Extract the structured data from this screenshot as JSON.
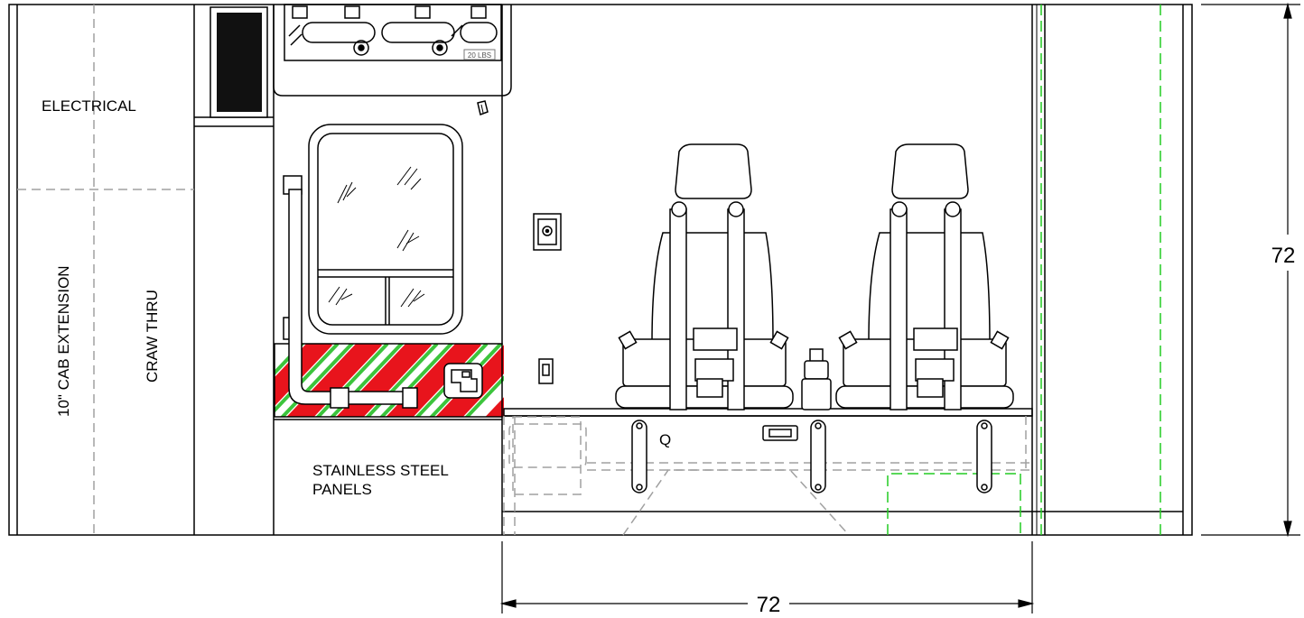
{
  "labels": {
    "electrical": "ELECTRICAL",
    "cab_extension": "10\" CAB EXTENSION",
    "craw_thru": "CRAW THRU",
    "panels_line1": "STAINLESS STEEL",
    "panels_line2": "PANELS",
    "weight_tag": "20 LBS",
    "bench_mark": "Q"
  },
  "dimensions": {
    "height": "72",
    "width": "72"
  },
  "colors": {
    "line": "#000000",
    "hidden": "#a0a0a0",
    "green": "#22cc22",
    "stripe_red": "#e8141c",
    "stripe_green": "#3cc43c"
  }
}
